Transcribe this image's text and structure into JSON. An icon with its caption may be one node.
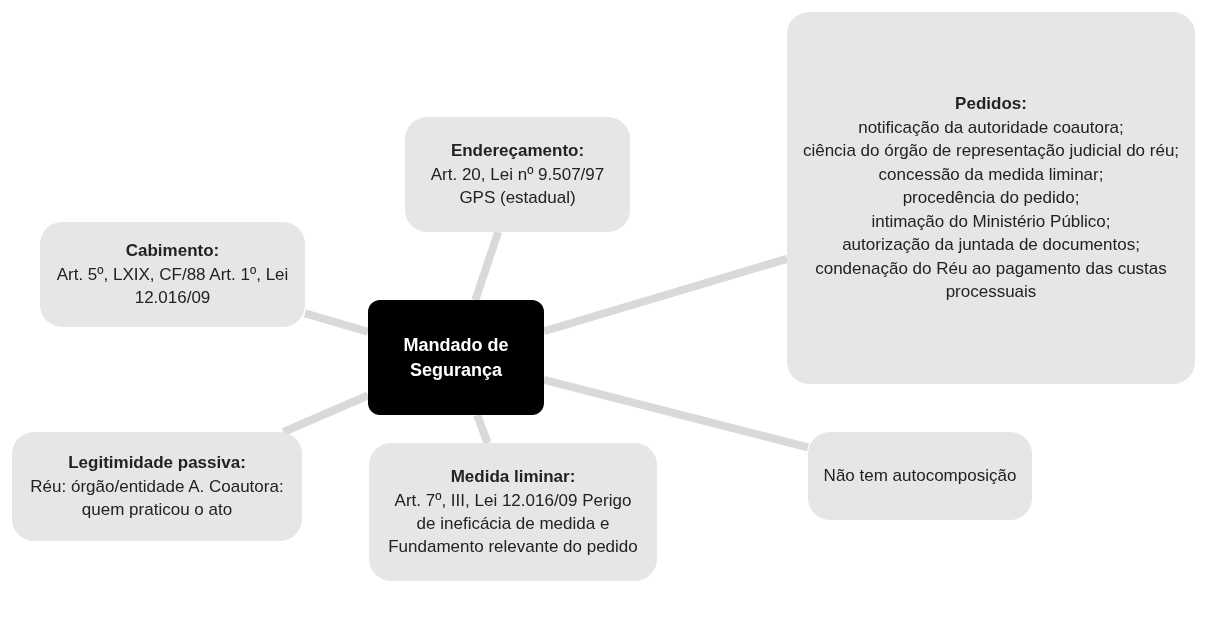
{
  "diagram": {
    "nodes": [
      {
        "text": [
          "Mandado de Segurança"
        ]
      },
      {
        "text": [
          "Cabimento:",
          "Art. 5º, LXIX, CF/88 Art. 1º, Lei 12.016/09"
        ]
      },
      {
        "text": [
          "Endereçamento:",
          "Art. 20, Lei nº 9.507/97 GPS (estadual)"
        ]
      },
      {
        "text": [
          "Pedidos:",
          "notificação da autoridade coautora;",
          "ciência do órgão de representação judicial do réu;",
          "concessão da medida liminar;",
          "procedência do pedido;",
          "intimação do Ministério Público;",
          "autorização da juntada de documentos;",
          "condenação do Réu ao pagamento das custas processuais"
        ]
      },
      {
        "text": [
          "Legitimidade passiva:",
          "Réu: órgão/entidade A. Coautora: quem praticou o ato"
        ]
      },
      {
        "text": [
          "Medida liminar:",
          "Art. 7º, III, Lei 12.016/09 Perigo de ineficácia de medida e Fundamento relevante do pedido"
        ]
      },
      {
        "text": [
          "Não tem autocomposição"
        ]
      }
    ],
    "edges": [
      {
        "from": 0,
        "to": 1,
        "arrow": "none"
      },
      {
        "from": 0,
        "to": 2,
        "arrow": "none"
      },
      {
        "from": 0,
        "to": 3,
        "arrow": "none"
      },
      {
        "from": 0,
        "to": 4,
        "arrow": "none"
      },
      {
        "from": 0,
        "to": 5,
        "arrow": "none"
      },
      {
        "from": 0,
        "to": 6,
        "arrow": "none"
      }
    ]
  }
}
